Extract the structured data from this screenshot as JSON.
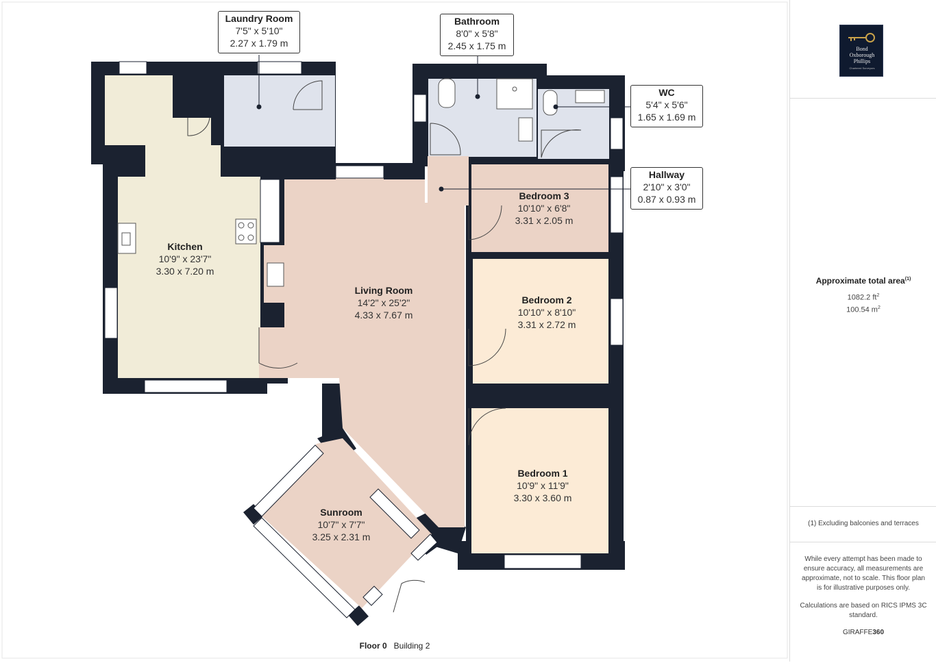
{
  "rooms": {
    "kitchen": {
      "name": "Kitchen",
      "imperial": "10'9\" x 23'7\"",
      "metric": "3.30 x 7.20 m"
    },
    "living": {
      "name": "Living Room",
      "imperial": "14'2\" x 25'2\"",
      "metric": "4.33 x 7.67 m"
    },
    "bedroom3": {
      "name": "Bedroom 3",
      "imperial": "10'10\" x 6'8\"",
      "metric": "3.31 x 2.05 m"
    },
    "bedroom2": {
      "name": "Bedroom 2",
      "imperial": "10'10\" x 8'10\"",
      "metric": "3.31 x 2.72 m"
    },
    "bedroom1": {
      "name": "Bedroom 1",
      "imperial": "10'9\" x 11'9\"",
      "metric": "3.30 x 3.60 m"
    },
    "sunroom": {
      "name": "Sunroom",
      "imperial": "10'7\" x 7'7\"",
      "metric": "3.25 x 2.31 m"
    }
  },
  "callouts": {
    "laundry": {
      "name": "Laundry Room",
      "imperial": "7'5\" x 5'10\"",
      "metric": "2.27 x 1.79 m"
    },
    "bathroom": {
      "name": "Bathroom",
      "imperial": "8'0\" x 5'8\"",
      "metric": "2.45 x 1.75 m"
    },
    "wc": {
      "name": "WC",
      "imperial": "5'4\" x 5'6\"",
      "metric": "1.65 x 1.69 m"
    },
    "hallway": {
      "name": "Hallway",
      "imperial": "2'10\" x 3'0\"",
      "metric": "0.87 x 0.93 m"
    }
  },
  "floor": {
    "label": "Floor 0",
    "building": "Building 2"
  },
  "sidebar": {
    "logo_lines": [
      "Bond",
      "Oxborough",
      "Phillips"
    ],
    "logo_small": "Chartered Surveyors",
    "area_title": "Approximate total area",
    "area_note_marker": "(1)",
    "area_ft": "1082.2 ft",
    "area_m": "100.54 m",
    "footnote": "(1) Excluding balconies and terraces",
    "disclaimer": "While every attempt has been made to ensure accuracy, all measurements are approximate, not to scale. This floor plan is for illustrative purposes only.",
    "calc_note": "Calculations are based on RICS IPMS 3C standard.",
    "brand_prefix": "GIRAFFE",
    "brand_suffix": "360"
  },
  "colors": {
    "wall": "#1b2230",
    "kitchen": "#f1ecd8",
    "living": "#ebd3c6",
    "bedroom3": "#ebd3c6",
    "bedroom2": "#fcebd6",
    "bedroom1": "#fcebd6",
    "sunroom": "#ebd3c6",
    "wet": "#dfe3ec",
    "logo_bg": "#0f1a2f",
    "logo_key": "#c9a24a"
  }
}
